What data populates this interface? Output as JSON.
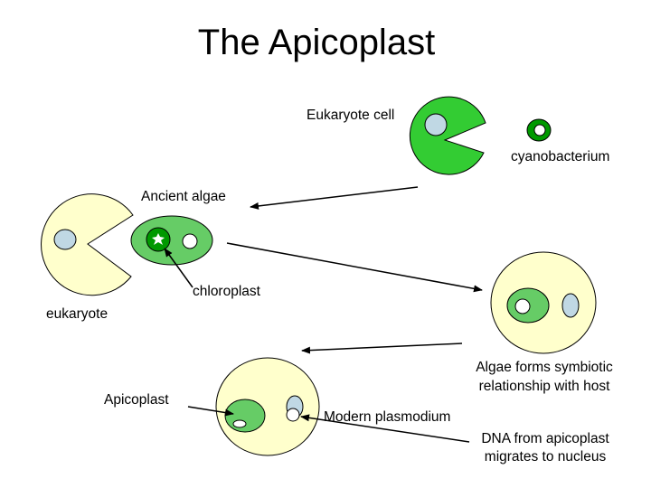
{
  "title": "The Apicoplast",
  "labels": {
    "eukaryote_cell": "Eukaryote cell",
    "cyanobacterium": "cyanobacterium",
    "ancient_algae": "Ancient algae",
    "chloroplast": "chloroplast",
    "eukaryote": "eukaryote",
    "symbiotic_line1": "Algae forms symbiotic",
    "symbiotic_line2": "relationship with host",
    "apicoplast": "Apicoplast",
    "modern_plasmodium": "Modern plasmodium",
    "dna_line1": "DNA from apicoplast",
    "dna_line2": "migrates to nucleus"
  },
  "colors": {
    "host_cytoplasm": "#FFFFCC",
    "algae_green": "#66CC66",
    "bright_green": "#33CC33",
    "dark_green": "#009900",
    "nucleus_blue": "#C0D8E4",
    "white": "#FFFFFF"
  }
}
